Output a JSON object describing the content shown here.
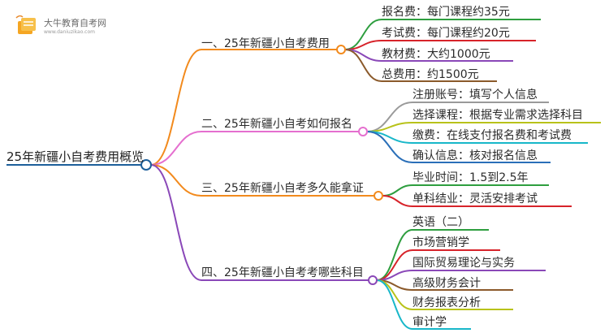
{
  "logo": {
    "title": "大牛教育自考网",
    "url": "www.daniuzikao.com",
    "icon": "book-logo-icon"
  },
  "root": {
    "label": "25年新疆小自考费用概览",
    "color": "#1d5f9a"
  },
  "branches": [
    {
      "label": "一、25年新疆小自考费用",
      "color": "#f28a1d",
      "leaves": [
        {
          "label": "报名费：每门课程约35元",
          "color": "#2e9e3f"
        },
        {
          "label": "考试费：每门课程约20元",
          "color": "#d7232a"
        },
        {
          "label": "教材费：大约1000元",
          "color": "#8a48b8"
        },
        {
          "label": "总费用：约1500元",
          "color": "#8b5a2b"
        }
      ]
    },
    {
      "label": "二、25年新疆小自考如何报名",
      "color": "#e56fcf",
      "leaves": [
        {
          "label": "注册账号：填写个人信息",
          "color": "#9a9a9a"
        },
        {
          "label": "选择课程：根据专业需求选择科目",
          "color": "#b8c21a"
        },
        {
          "label": "缴费：在线支付报名费和考试费",
          "color": "#18b7c9"
        },
        {
          "label": "确认信息：核对报名信息",
          "color": "#2a6fb8"
        }
      ]
    },
    {
      "label": "三、25年新疆小自考多久能拿证",
      "color": "#f28a1d",
      "leaves": [
        {
          "label": "毕业时间：1.5到2.5年",
          "color": "#2e9e3f"
        },
        {
          "label": "单科结业：灵活安排考试",
          "color": "#d7232a"
        }
      ]
    },
    {
      "label": "四、25年新疆小自考考哪些科目",
      "color": "#8a48b8",
      "leaves": [
        {
          "label": "英语（二）",
          "color": "#2e9e3f"
        },
        {
          "label": "市场营销学",
          "color": "#d7232a"
        },
        {
          "label": "国际贸易理论与实务",
          "color": "#8a48b8"
        },
        {
          "label": "高级财务会计",
          "color": "#8b5a2b"
        },
        {
          "label": "财务报表分析",
          "color": "#b8c21a"
        },
        {
          "label": "审计学",
          "color": "#18b7c9"
        }
      ]
    }
  ]
}
